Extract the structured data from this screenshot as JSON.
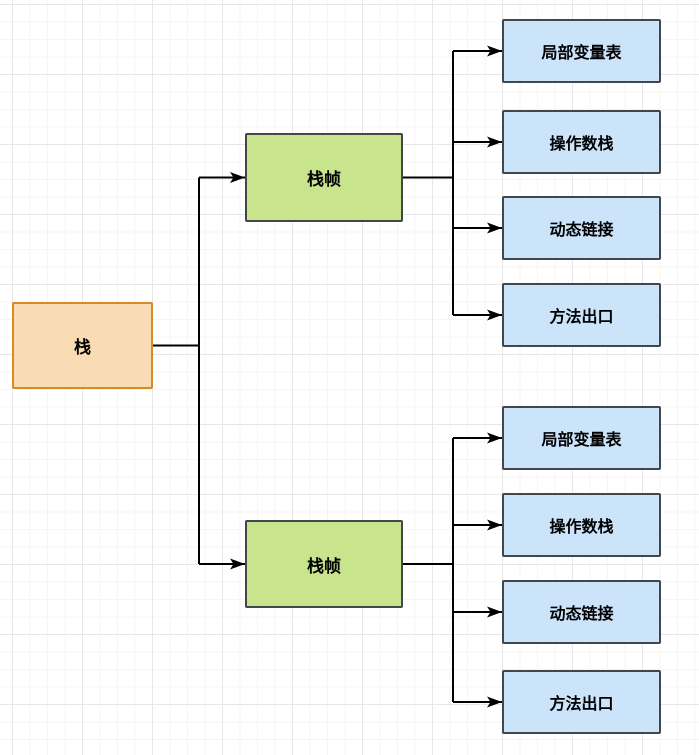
{
  "diagram": {
    "root": {
      "label": "栈"
    },
    "frames": [
      {
        "label": "栈帧",
        "children": [
          {
            "label": "局部变量表"
          },
          {
            "label": "操作数栈"
          },
          {
            "label": "动态链接"
          },
          {
            "label": "方法出口"
          }
        ]
      },
      {
        "label": "栈帧",
        "children": [
          {
            "label": "局部变量表"
          },
          {
            "label": "操作数栈"
          },
          {
            "label": "动态链接"
          },
          {
            "label": "方法出口"
          }
        ]
      }
    ],
    "colors": {
      "root_fill": "#fadcb4",
      "root_border": "#d78b28",
      "frame_fill": "#c8e48d",
      "frame_border": "#42474d",
      "child_fill": "#cce4fa",
      "child_border": "#42474d",
      "connector": "#000000"
    }
  }
}
